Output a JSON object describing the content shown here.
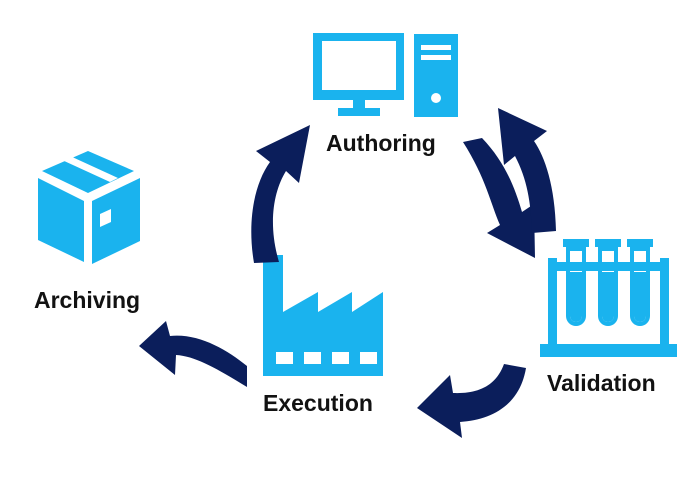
{
  "colors": {
    "icon": "#1ab3ee",
    "arrow": "#0b1e5b",
    "text": "#121212",
    "background": "#ffffff"
  },
  "stages": {
    "authoring": {
      "label": "Authoring",
      "icon": "desktop-computer-icon"
    },
    "validation": {
      "label": "Validation",
      "icon": "test-tubes-icon"
    },
    "execution": {
      "label": "Execution",
      "icon": "factory-icon"
    },
    "archiving": {
      "label": "Archiving",
      "icon": "box-icon"
    }
  },
  "flow": [
    {
      "from": "execution",
      "to": "authoring"
    },
    {
      "from": "authoring",
      "to": "validation"
    },
    {
      "from": "validation",
      "to": "authoring"
    },
    {
      "from": "validation",
      "to": "execution"
    },
    {
      "from": "execution",
      "to": "archiving"
    }
  ]
}
